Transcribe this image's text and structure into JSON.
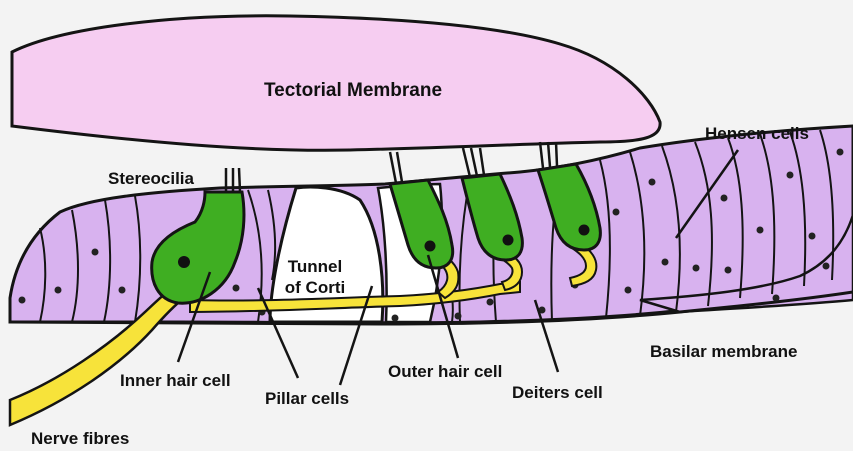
{
  "labels": {
    "tectorial": "Tectorial Membrane",
    "hensen": "Hensen cells",
    "stereocilia": "Stereocilia",
    "tunnel_line1": "Tunnel",
    "tunnel_line2": "of Corti",
    "basilar": "Basilar membrane",
    "inner_hair": "Inner hair cell",
    "pillar": "Pillar cells",
    "outer_hair": "Outer hair cell",
    "deiters": "Deiters cell",
    "nerve": "Nerve fibres"
  },
  "colors": {
    "background": "#f3f3f3",
    "tectorial_fill": "#f6cdf1",
    "organ_fill": "#d8b2ef",
    "hair_cell_fill": "#3fae22",
    "nerve_fill": "#f7e33a",
    "outline": "#141414"
  }
}
